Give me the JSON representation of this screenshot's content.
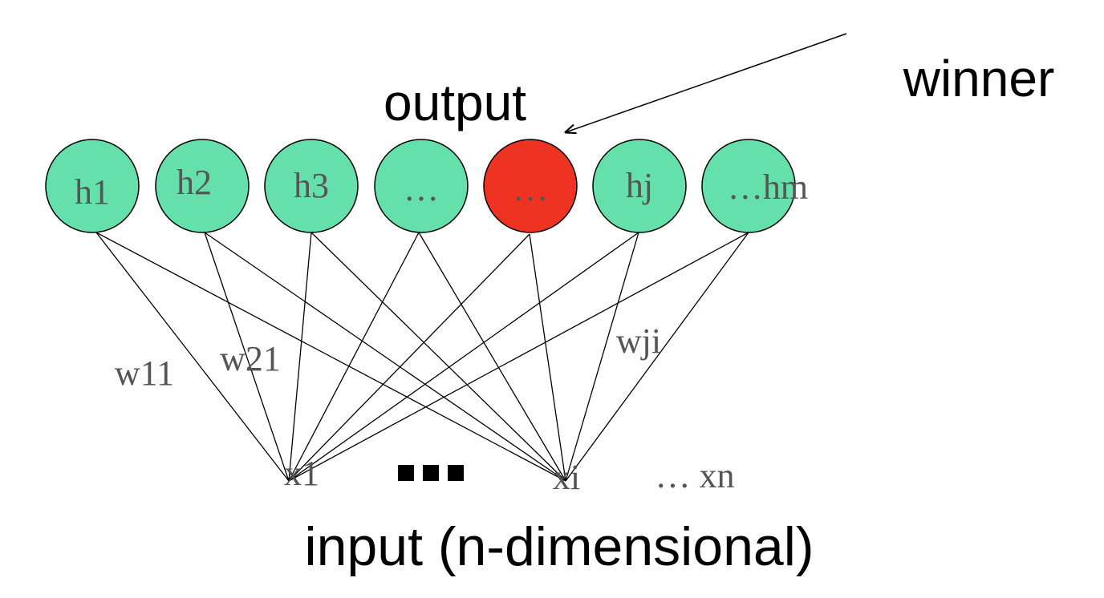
{
  "labels": {
    "output": "output",
    "winner": "winner",
    "input": "input (n-dimensional)",
    "ellipsis": "…",
    "weights": [
      "w11",
      "w21",
      "wji"
    ]
  },
  "nodes": [
    {
      "label": "h1",
      "winner": false
    },
    {
      "label": "h2",
      "winner": false
    },
    {
      "label": "h3",
      "winner": false
    },
    {
      "label": "…",
      "winner": false
    },
    {
      "label": "…",
      "winner": true
    },
    {
      "label": "hj",
      "winner": false
    },
    {
      "label": "…hm",
      "winner": false
    }
  ],
  "inputs": [
    "x1",
    "xi",
    "… xn"
  ],
  "colors": {
    "node_fill": "#66e0aa",
    "winner_fill": "#ee3322",
    "stroke": "#000000",
    "node_text": "#555555"
  }
}
